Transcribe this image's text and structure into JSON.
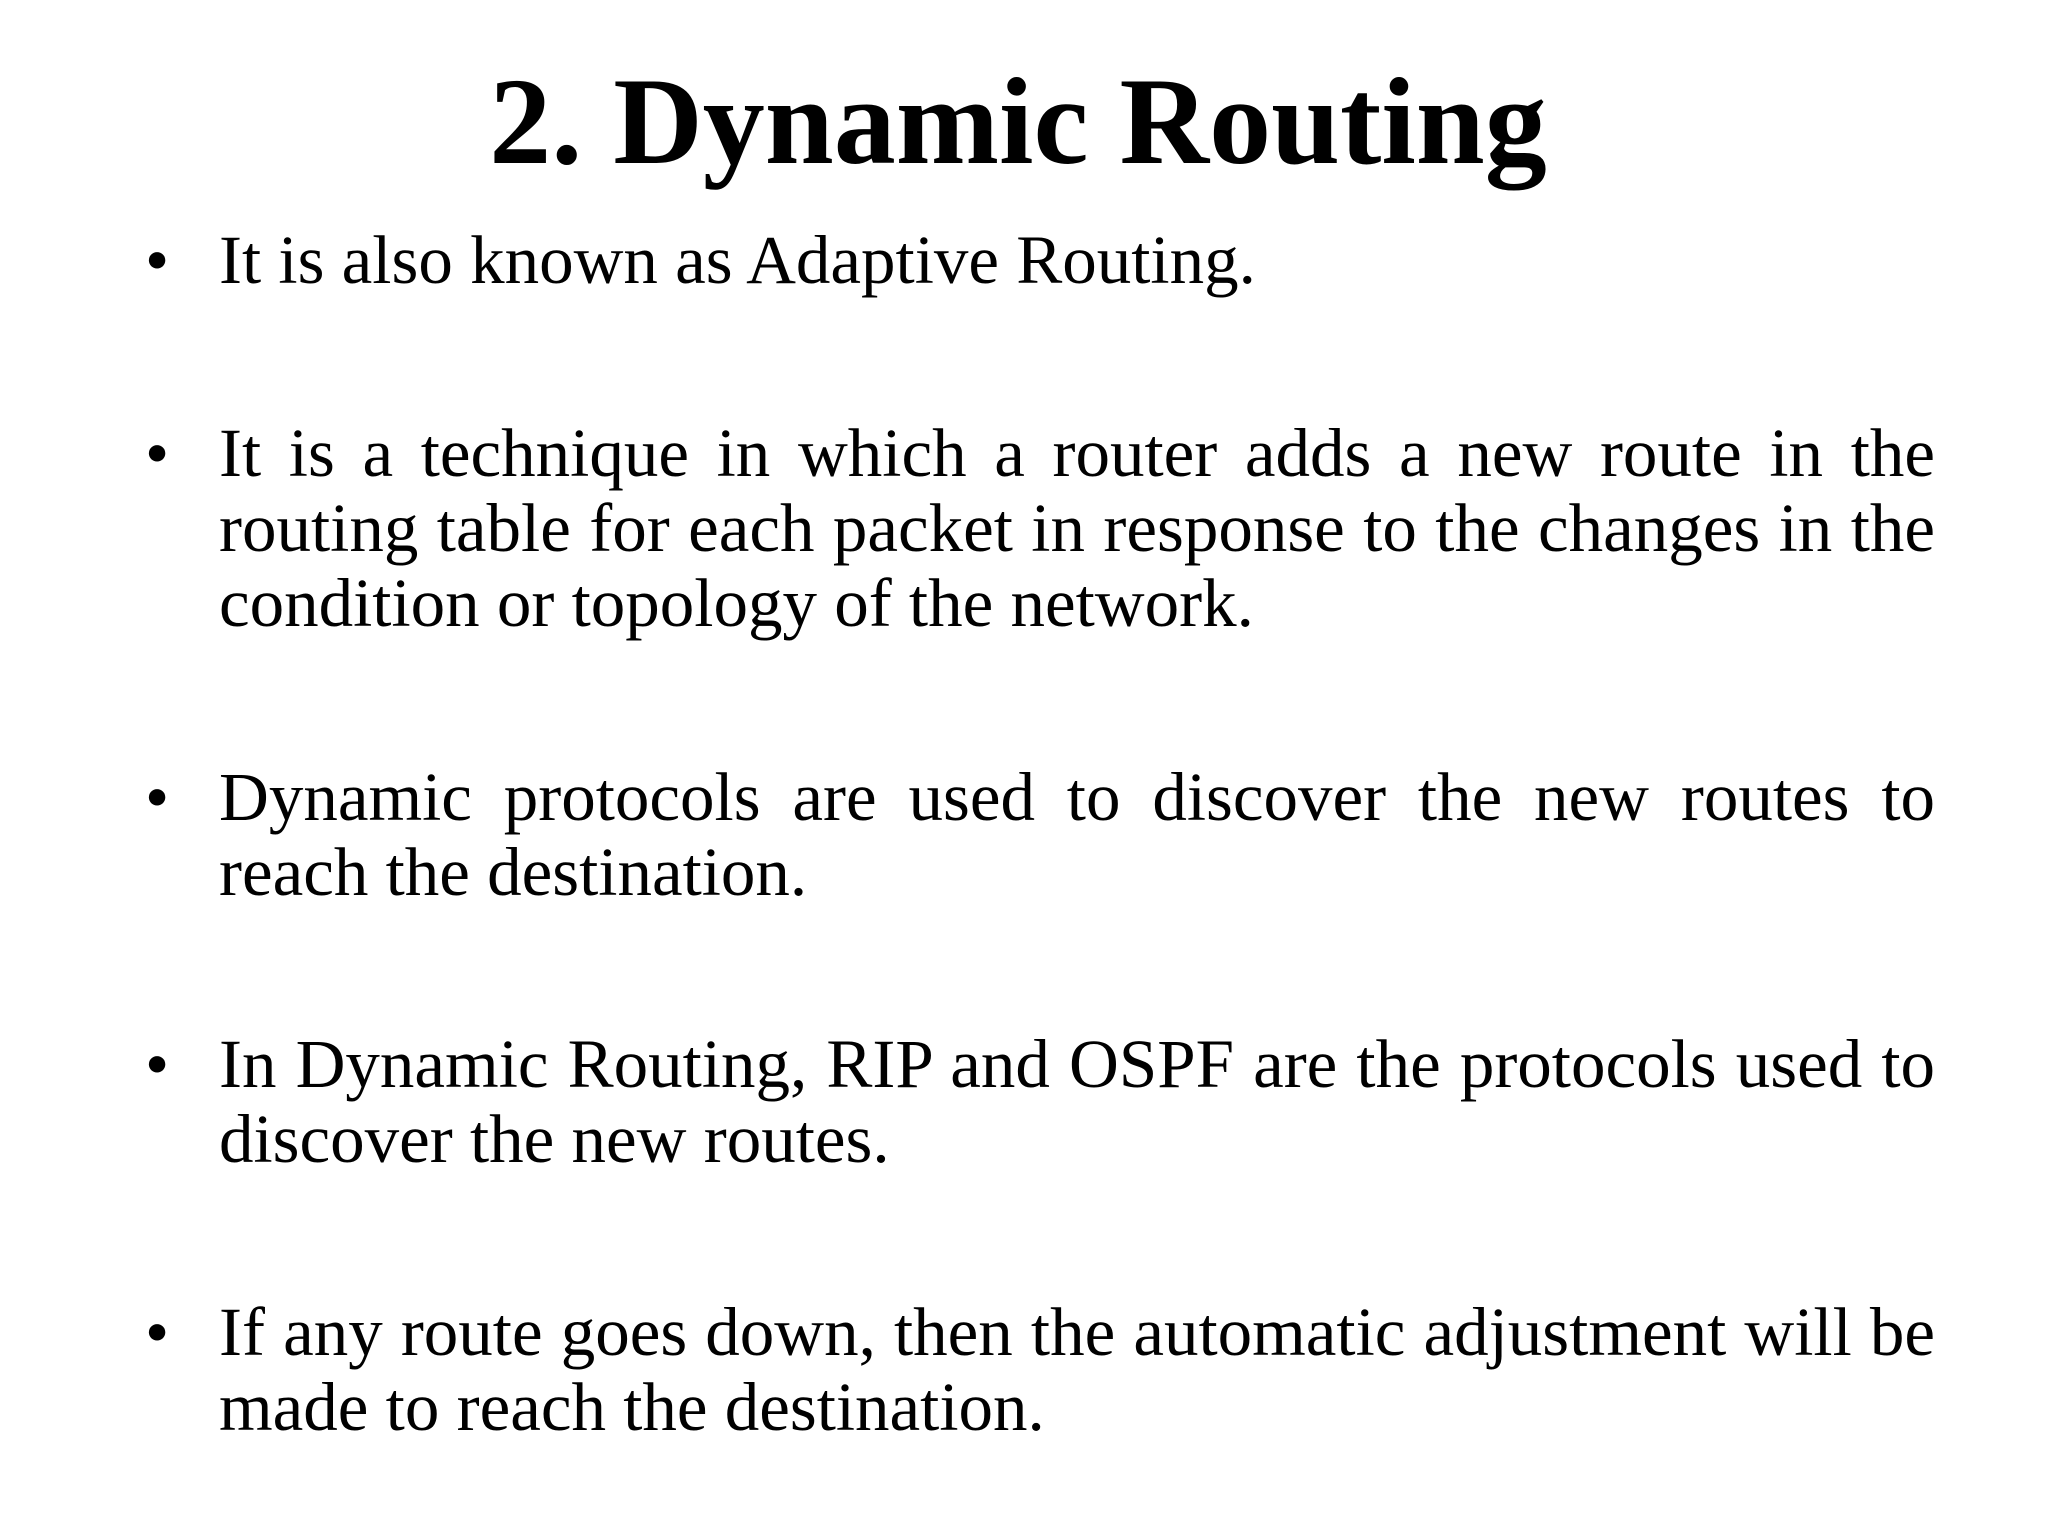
{
  "slide": {
    "title": "2. Dynamic Routing",
    "bullet_symbol": "•",
    "bullets": [
      {
        "text": "It is also known as Adaptive Routing."
      },
      {
        "text": "It is a technique in which a router adds a new route in the routing table for each packet in response to the changes in the condition or topology of the network."
      },
      {
        "text": "Dynamic protocols are used to discover the new routes to reach the destination."
      },
      {
        "text": "In Dynamic Routing, RIP and OSPF are the protocols used to discover the new routes."
      },
      {
        "text": "If any route goes down, then the automatic adjustment will be made to reach the destination."
      }
    ]
  },
  "colors": {
    "background": "#ffffff",
    "text": "#000000"
  }
}
